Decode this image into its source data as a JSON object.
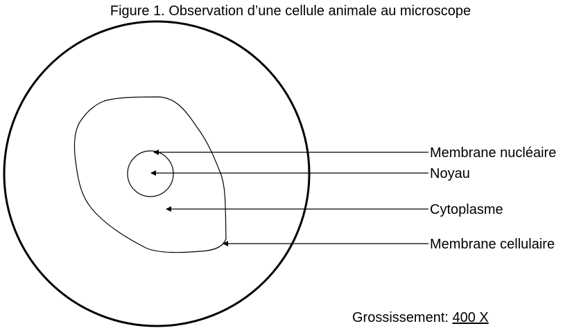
{
  "title": "Figure 1. Observation d’une cellule animale au microscope",
  "labels": {
    "nuclear_membrane": "Membrane nucléaire",
    "nucleus": "Noyau",
    "cytoplasm": "Cytoplasme",
    "cell_membrane": "Membrane cellulaire"
  },
  "magnification": {
    "label": "Grossissement:",
    "value": "400 X"
  },
  "colors": {
    "ink": "#000000",
    "background": "#ffffff"
  }
}
